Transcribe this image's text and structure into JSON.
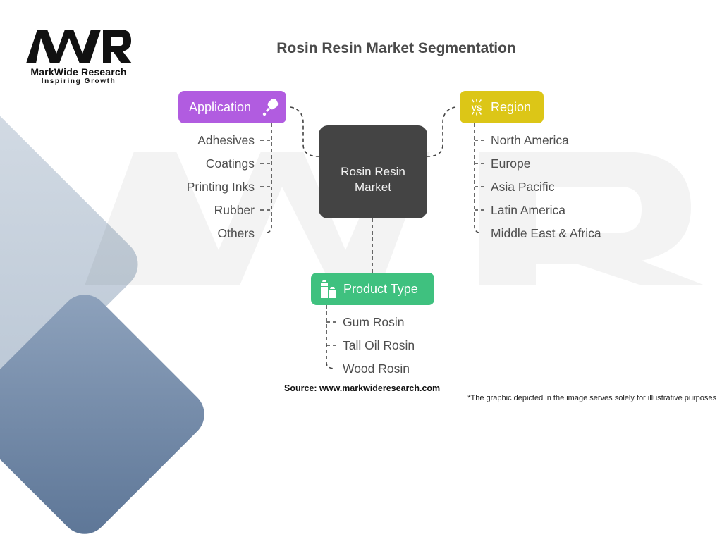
{
  "brand": {
    "logo_mark": "MWR",
    "name": "MarkWide Research",
    "tagline": "Inspiring Growth"
  },
  "title": "Rosin Resin Market Segmentation",
  "center_node": {
    "line1": "Rosin Resin",
    "line2": "Market"
  },
  "segments": {
    "application": {
      "label": "Application",
      "icon": "glue-bottle-icon",
      "color": "#b15ce0",
      "items": [
        "Adhesives",
        "Coatings",
        "Printing Inks",
        "Rubber",
        "Others"
      ]
    },
    "region": {
      "label": "Region",
      "icon": "vs-icon",
      "color": "#dcc617",
      "items": [
        "North America",
        "Europe",
        "Asia Pacific",
        "Latin America",
        "Middle East & Africa"
      ]
    },
    "product_type": {
      "label": "Product Type",
      "icon": "bottles-icon",
      "color": "#3fc17f",
      "items": [
        "Gum Rosin",
        "Tall Oil Rosin",
        "Wood Rosin"
      ]
    }
  },
  "colors": {
    "center_node": "#444444",
    "connector": "#444444",
    "item_text": "#4e4e4e"
  },
  "footer": {
    "source": "Source: www.markwideresearch.com",
    "disclaimer": "*The graphic depicted in the image serves solely for illustrative purposes"
  }
}
